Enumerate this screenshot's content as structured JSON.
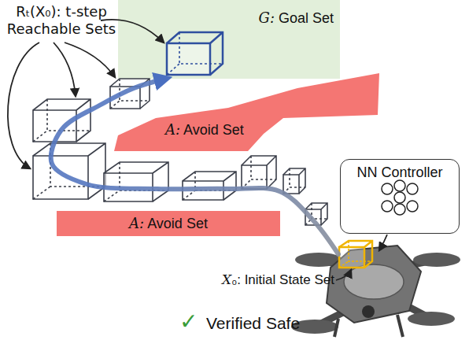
{
  "diagram": {
    "nodes": [
      {
        "text": [
          "G: Goal Set"
        ]
      },
      {
        "text": [
          "A: Avoid Set"
        ]
      },
      {
        "text": [
          "NN Controller"
        ]
      },
      {
        "text": [
          "A: Avoid Set"
        ]
      },
      {
        "text": [
          "X₀: Initial State Set"
        ]
      }
    ],
    "edges": [
      {
        "from": 4,
        "to": 0,
        "arrow": "to"
      }
    ],
    "labels": [
      "Rₜ(X₀): t-step Reachable Sets",
      "✓",
      "Verified Safe"
    ]
  }
}
